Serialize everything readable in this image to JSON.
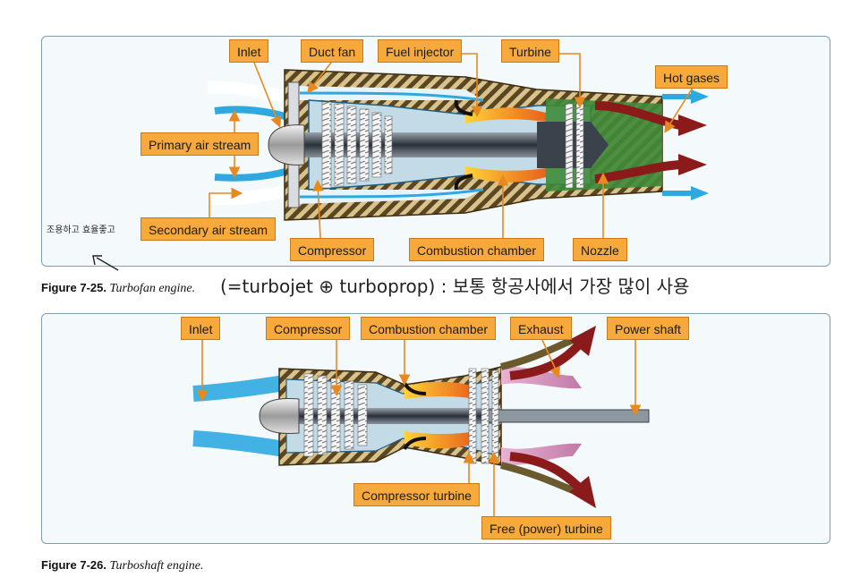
{
  "figure1": {
    "labels": {
      "inlet": "Inlet",
      "duct_fan": "Duct fan",
      "fuel_injector": "Fuel injector",
      "turbine": "Turbine",
      "hot_gases": "Hot gases",
      "primary_air": "Primary air stream",
      "secondary_air": "Secondary air stream",
      "compressor": "Compressor",
      "combustion_chamber": "Combustion chamber",
      "nozzle": "Nozzle"
    },
    "caption_number": "Figure 7-25.",
    "caption_title": "Turbofan engine.",
    "handwritten_note": "(=turbojet ⊕ turboprop)  : 보통 항공사에서 가장 많이 사용",
    "handwritten_margin": "조용하고 효율좋고"
  },
  "figure2": {
    "labels": {
      "inlet": "Inlet",
      "compressor": "Compressor",
      "combustion_chamber": "Combustion chamber",
      "exhaust": "Exhaust",
      "power_shaft": "Power shaft",
      "compressor_turbine": "Compressor turbine",
      "free_turbine": "Free (power) turbine"
    },
    "caption_number": "Figure 7-26.",
    "caption_title": "Turboshaft engine."
  },
  "colors": {
    "label_fill": "#f7a93b",
    "air_blue": "#2fa8e0",
    "hot_red": "#8b1a1a",
    "casing": "#6b5a2e",
    "nozzle_green": "#3e8a3a"
  }
}
